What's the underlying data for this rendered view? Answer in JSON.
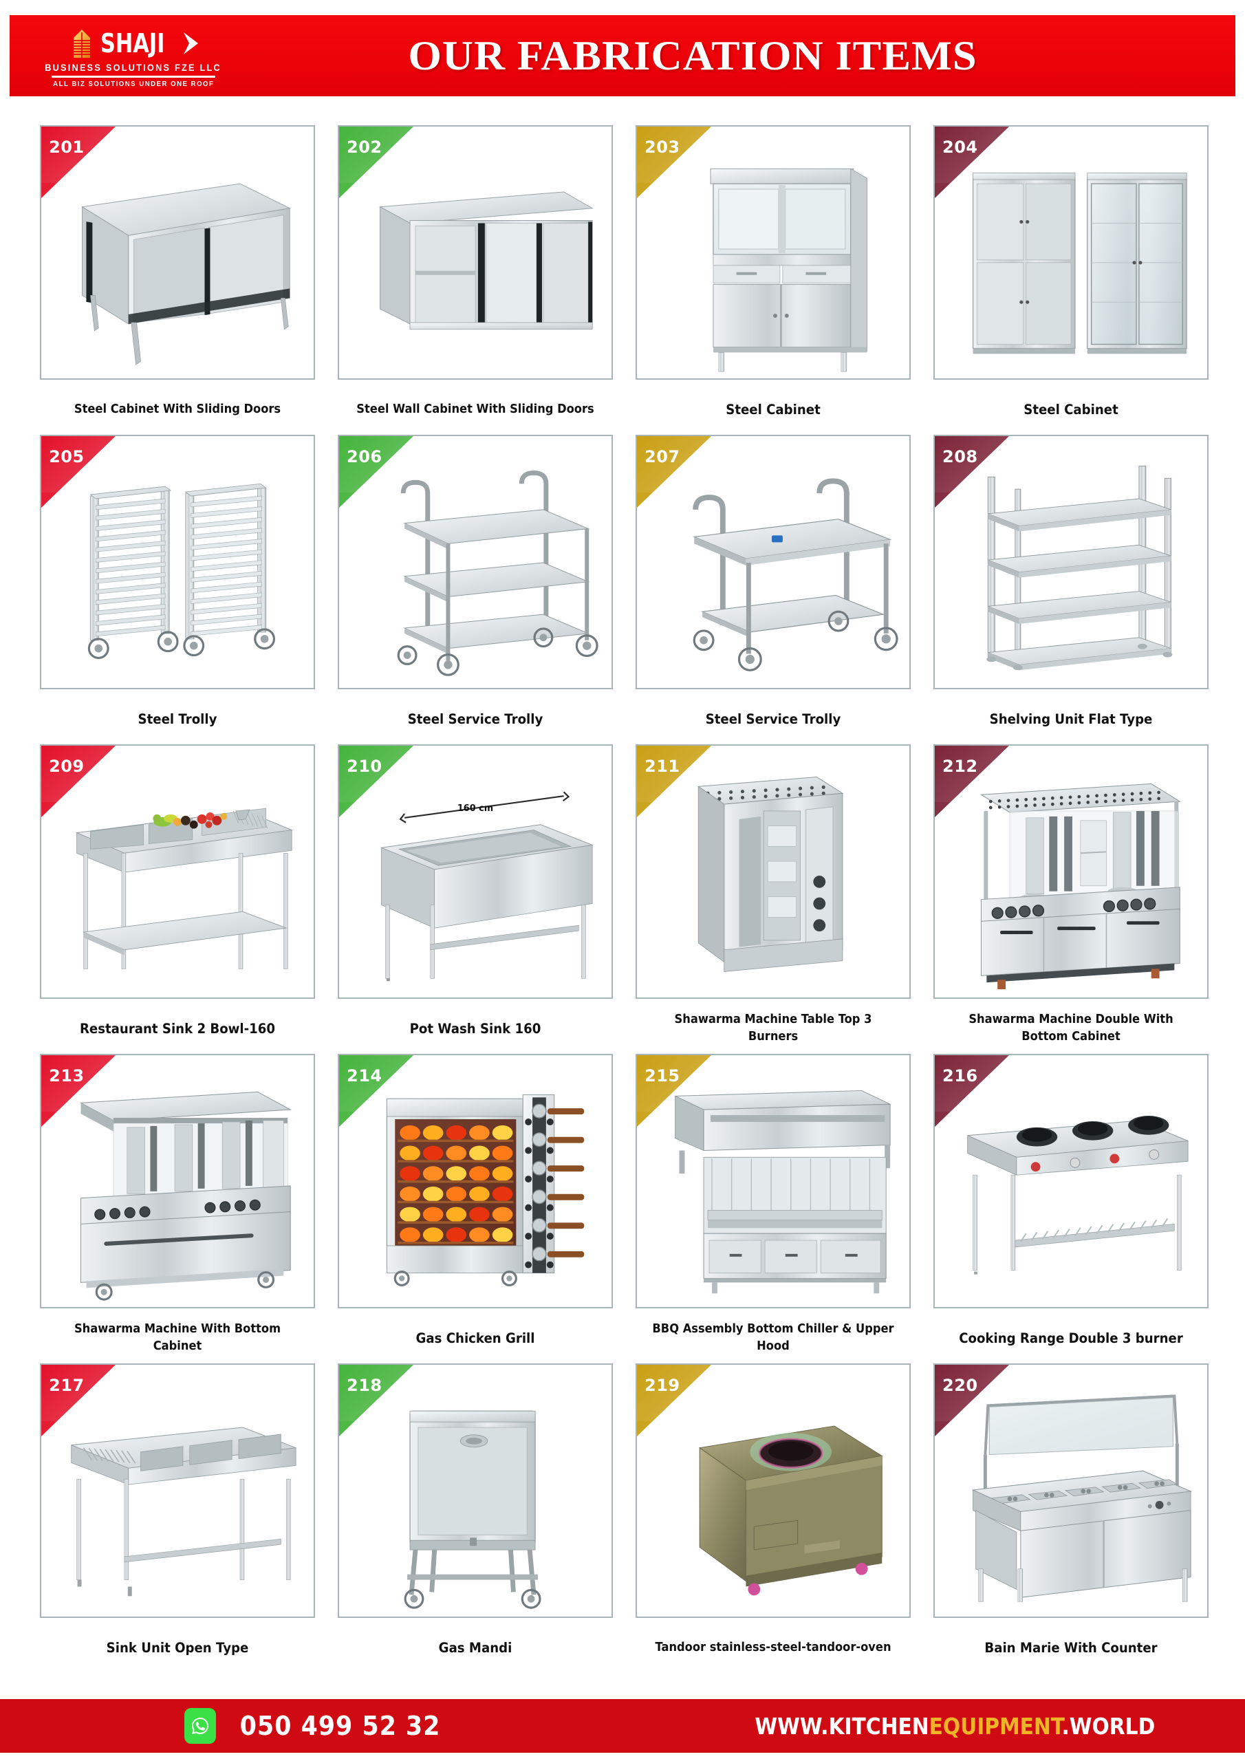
{
  "header": {
    "title": "OUR FABRICATION ITEMS",
    "logo": {
      "name": "SHAJI",
      "subtitle": "BUSINESS SOLUTIONS FZE LLC",
      "tagline": "ALL BIZ SOLUTIONS UNDER ONE ROOF"
    },
    "colors": {
      "background": "#ec0209",
      "logo_building": "#f0a81e",
      "text": "#ffffff"
    }
  },
  "ribbon_colors": {
    "red": "#e3112a",
    "green": "#45b43c",
    "gold": "#c9a014",
    "maroon": "#7d2438"
  },
  "products": [
    {
      "code": "201",
      "name": "Steel Cabinet With Sliding Doors",
      "badge": "red",
      "icon": "steel-cabinet-sliding-doors"
    },
    {
      "code": "202",
      "name": "Steel Wall Cabinet With Sliding Doors",
      "badge": "green",
      "icon": "steel-wall-cabinet"
    },
    {
      "code": "203",
      "name": "Steel Cabinet",
      "badge": "gold",
      "icon": "steel-cabinet-glass"
    },
    {
      "code": "204",
      "name": "Steel Cabinet",
      "badge": "maroon",
      "icon": "steel-cabinet-tall-pair"
    },
    {
      "code": "205",
      "name": "Steel Trolly",
      "badge": "red",
      "icon": "steel-tray-trolley"
    },
    {
      "code": "206",
      "name": "Steel Service Trolly",
      "badge": "green",
      "icon": "steel-service-trolley-3tier"
    },
    {
      "code": "207",
      "name": "Steel Service Trolly",
      "badge": "gold",
      "icon": "steel-service-trolley-2tier"
    },
    {
      "code": "208",
      "name": "Shelving Unit Flat Type",
      "badge": "maroon",
      "icon": "shelving-unit-flat"
    },
    {
      "code": "209",
      "name": "Restaurant Sink 2 Bowl-160",
      "badge": "red",
      "icon": "restaurant-sink-2bowl"
    },
    {
      "code": "210",
      "name": "Pot Wash Sink 160",
      "badge": "green",
      "icon": "pot-wash-sink",
      "annotation": "160 cm"
    },
    {
      "code": "211",
      "name": "Shawarma Machine Table Top 3 Burners",
      "badge": "gold",
      "icon": "shawarma-table-top"
    },
    {
      "code": "212",
      "name": "Shawarma Machine Double With Bottom Cabinet",
      "badge": "maroon",
      "icon": "shawarma-double-cabinet"
    },
    {
      "code": "213",
      "name": "Shawarma Machine With Bottom Cabinet",
      "badge": "red",
      "icon": "shawarma-single-cabinet"
    },
    {
      "code": "214",
      "name": "Gas Chicken Grill",
      "badge": "green",
      "icon": "gas-chicken-grill"
    },
    {
      "code": "215",
      "name": "BBQ Assembly Bottom Chiller & Upper Hood",
      "badge": "gold",
      "icon": "bbq-assembly-hood"
    },
    {
      "code": "216",
      "name": "Cooking Range Double 3 burner",
      "badge": "maroon",
      "icon": "cooking-range-3burner"
    },
    {
      "code": "217",
      "name": "Sink Unit Open Type",
      "badge": "red",
      "icon": "sink-unit-open"
    },
    {
      "code": "218",
      "name": "Gas Mandi",
      "badge": "green",
      "icon": "gas-mandi"
    },
    {
      "code": "219",
      "name": "Tandoor stainless-steel-tandoor-oven",
      "badge": "gold",
      "icon": "tandoor-oven"
    },
    {
      "code": "220",
      "name": "Bain Marie With Counter",
      "badge": "maroon",
      "icon": "bain-marie-counter"
    }
  ],
  "footer": {
    "phone": "050 499 52 32",
    "whatsapp_icon": "whatsapp-icon",
    "url_prefix": "WWW.KITCHEN",
    "url_highlight": "EQUIPMENT",
    "url_suffix": ".WORLD",
    "background": "#cf0a12",
    "highlight_color": "#f0b428"
  }
}
